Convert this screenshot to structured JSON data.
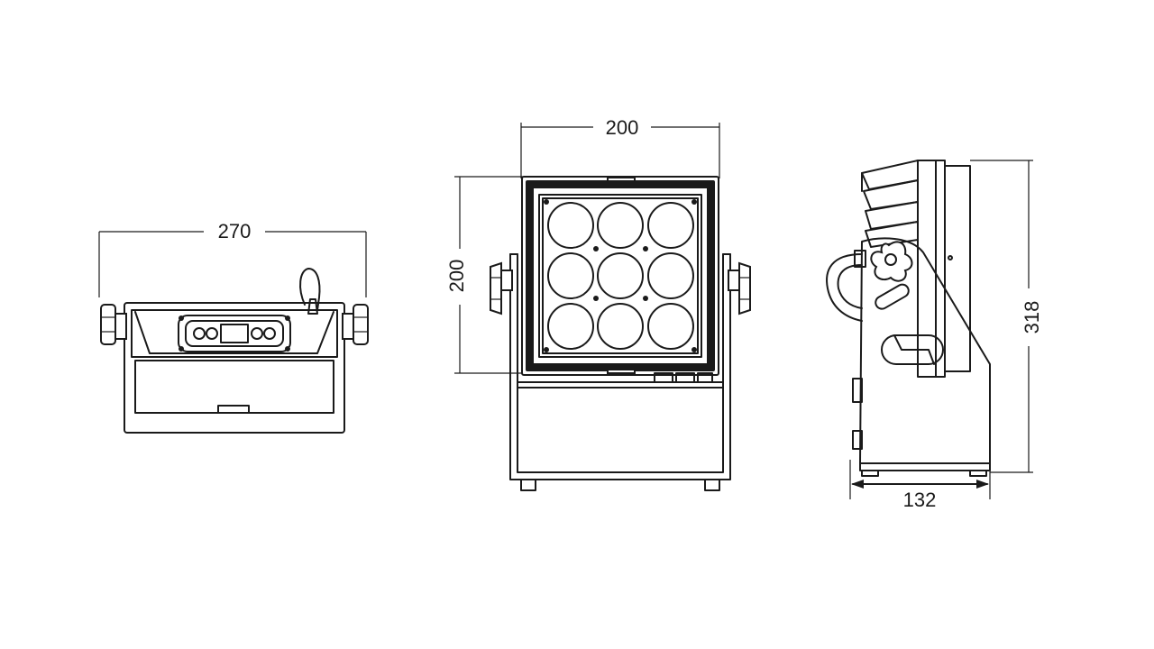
{
  "dimensions": {
    "top_width": "270",
    "front_width": "200",
    "front_height": "200",
    "side_height": "318",
    "side_depth": "132"
  },
  "colors": {
    "line": "#1a1a1a",
    "background": "#ffffff"
  },
  "front_view": {
    "led_count": 9
  }
}
